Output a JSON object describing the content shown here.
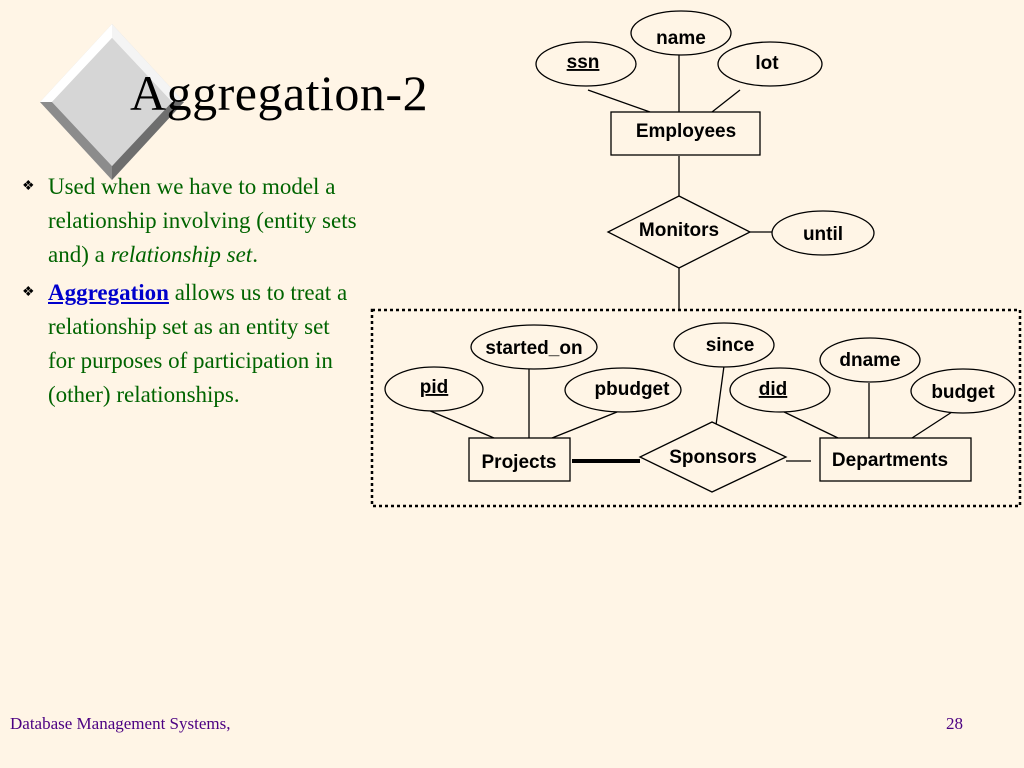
{
  "slide": {
    "title": "Aggregation-2",
    "bullets": [
      {
        "text_pre": "Used when we have to model a relationship involving (entity sets and) a ",
        "italic": "relationship set",
        "text_post": "."
      },
      {
        "keyword": "Aggregation",
        "text": " allows us to treat a relationship set as an entity set   for purposes of participation in (other) relationships."
      }
    ],
    "footer": {
      "left": "Database Management Systems,",
      "page_number": "28"
    }
  },
  "diagram": {
    "entities": {
      "employees": "Employees",
      "projects": "Projects",
      "departments": "Departments"
    },
    "relationships": {
      "monitors": "Monitors",
      "sponsors": "Sponsors"
    },
    "attributes": {
      "ssn": "ssn",
      "name": "name",
      "lot": "lot",
      "until": "until",
      "started_on": "started_on",
      "pid": "pid",
      "pbudget": "pbudget",
      "since": "since",
      "did": "did",
      "dname": "dname",
      "budget": "budget"
    },
    "key_attributes": [
      "ssn",
      "pid",
      "did"
    ]
  }
}
